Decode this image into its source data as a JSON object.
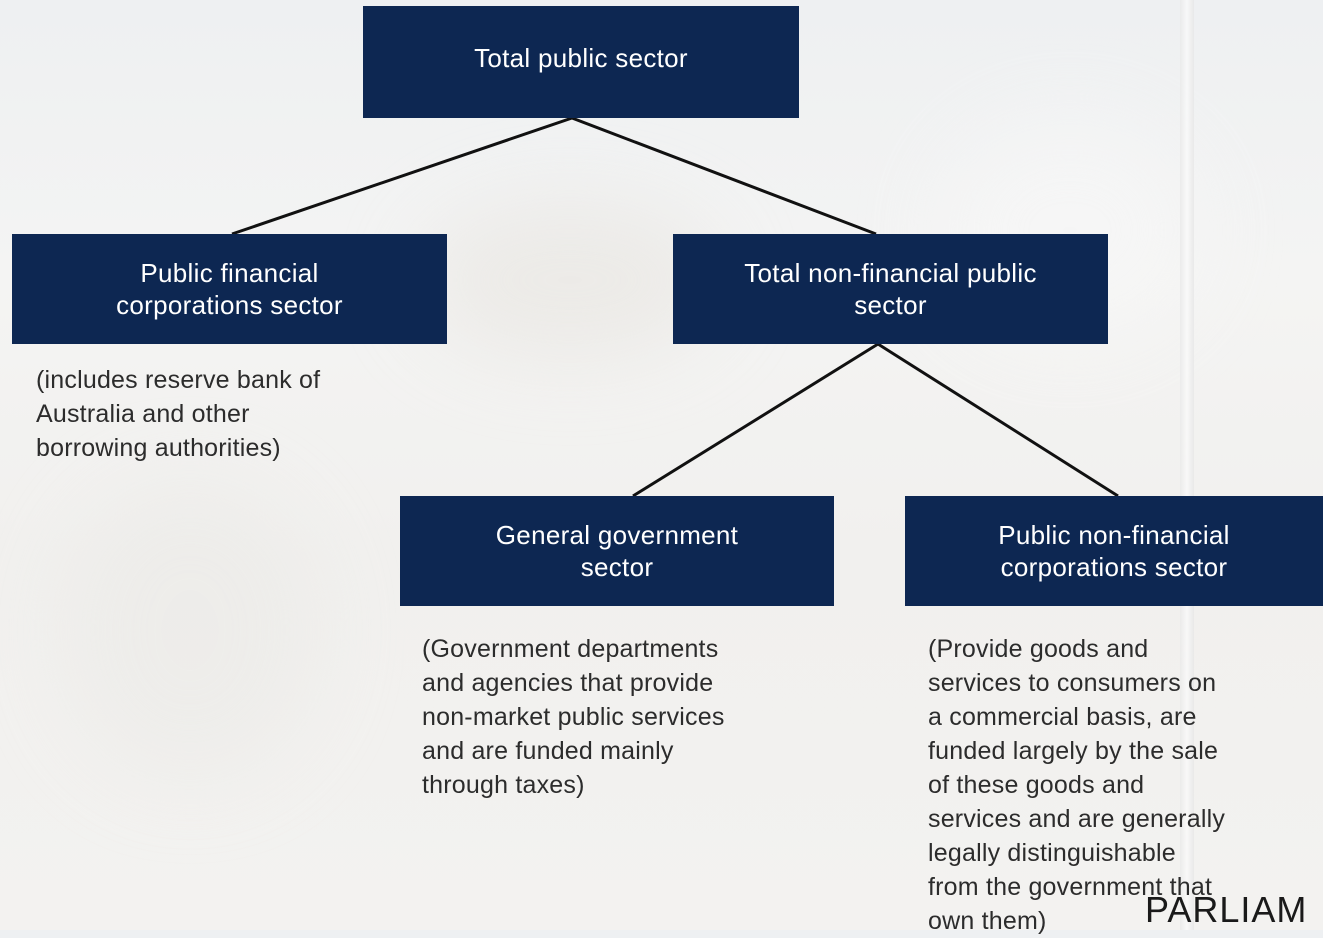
{
  "diagram": {
    "root": {
      "label": "Total public sector"
    },
    "level2": [
      {
        "id": "pfc",
        "label_line1": "Public financial",
        "label_line2": "corporations sector",
        "note": "(includes reserve bank of\nAustralia and other\nborrowing authorities)"
      },
      {
        "id": "tnfp",
        "label_line1": "Total non-financial public",
        "label_line2": "sector"
      }
    ],
    "level3": [
      {
        "id": "gg",
        "label_line1": "General government",
        "label_line2": "sector",
        "note": "(Government departments\nand agencies that provide\nnon-market public services\nand are funded mainly\nthrough taxes)"
      },
      {
        "id": "pnfc",
        "label_line1": "Public non-financial",
        "label_line2": "corporations sector",
        "note": "(Provide goods and\nservices to consumers on\na commercial basis, are\nfunded largely by the sale\nof these goods and\nservices and are generally\nlegally distinguishable\nfrom the government that\nown them)"
      }
    ],
    "colors": {
      "box_fill": "#0d2752",
      "box_text": "#ffffff",
      "connector": "#111111",
      "note_text": "#2c2c2c"
    }
  },
  "watermark": {
    "text": "PARLIAM"
  }
}
